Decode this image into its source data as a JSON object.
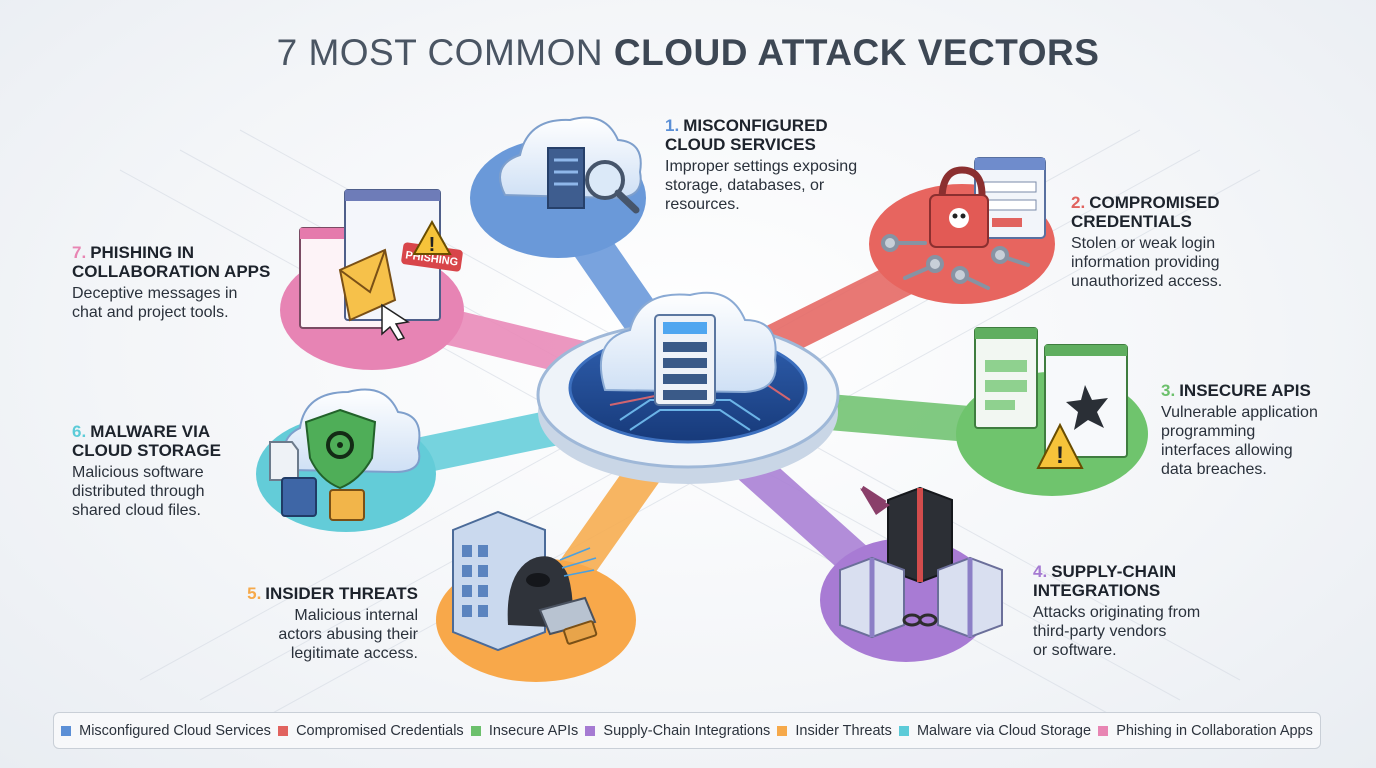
{
  "title": {
    "prefix": "7 MOST COMMON",
    "emphasis": "CLOUD ATTACK VECTORS"
  },
  "colors": {
    "blue": "#5b8fd6",
    "red": "#e1635f",
    "green": "#6cc06c",
    "purple": "#a57ad2",
    "orange": "#f6a94a",
    "teal": "#5ccbd8",
    "pink": "#e885b3"
  },
  "vectors": [
    {
      "number": "1.",
      "title_line1": "MISCONFIGURED",
      "title_line2": "CLOUD SERVICES",
      "desc_line1": "Improper settings exposing",
      "desc_line2": "storage, databases, or",
      "desc_line3": "resources.",
      "color": "#5b8fd6",
      "icon": "cloud-server-magnifier-icon"
    },
    {
      "number": "2.",
      "title_line1": "COMPROMISED",
      "title_line2": "CREDENTIALS",
      "desc_line1": "Stolen or weak login",
      "desc_line2": "information providing",
      "desc_line3": "unauthorized access.",
      "color": "#e1635f",
      "icon": "padlock-keys-icon"
    },
    {
      "number": "3.",
      "title_line1": "INSECURE APIS",
      "title_line2": "",
      "desc_line1": "Vulnerable application",
      "desc_line2": "programming",
      "desc_line3": "interfaces allowing",
      "desc_line4": "data breaches.",
      "color": "#6cc06c",
      "icon": "broken-api-window-icon"
    },
    {
      "number": "4.",
      "title_line1": "SUPPLY-CHAIN",
      "title_line2": "INTEGRATIONS",
      "desc_line1": "Attacks originating from",
      "desc_line2": "third-party vendors",
      "desc_line3": "or software.",
      "color": "#a57ad2",
      "icon": "supply-boxes-icon"
    },
    {
      "number": "5.",
      "title_line1": "INSIDER THREATS",
      "title_line2": "",
      "desc_line1": "Malicious internal",
      "desc_line2": "actors abusing their",
      "desc_line3": "legitimate access.",
      "color": "#f6a94a",
      "icon": "hooded-insider-icon"
    },
    {
      "number": "6.",
      "title_line1": "MALWARE VIA",
      "title_line2": "CLOUD STORAGE",
      "desc_line1": "Malicious software",
      "desc_line2": "distributed through",
      "desc_line3": "shared cloud files.",
      "color": "#5ccbd8",
      "icon": "biohazard-cloud-icon"
    },
    {
      "number": "7.",
      "title_line1": "PHISHING IN",
      "title_line2": "COLLABORATION APPS",
      "desc_line1": "Deceptive messages in",
      "desc_line2": "chat and project tools.",
      "color": "#e885b3",
      "icon": "phishing-envelope-icon",
      "badge": "PHISHING"
    }
  ],
  "legend": [
    {
      "label": "Misconfigured Cloud Services",
      "color": "#5b8fd6"
    },
    {
      "label": "Compromised Credentials",
      "color": "#e1635f"
    },
    {
      "label": "Insecure APIs",
      "color": "#6cc06c"
    },
    {
      "label": "Supply-Chain Integrations",
      "color": "#a57ad2"
    },
    {
      "label": "Insider Threats",
      "color": "#f6a94a"
    },
    {
      "label": "Malware via Cloud Storage",
      "color": "#5ccbd8"
    },
    {
      "label": "Phishing in Collaboration Apps",
      "color": "#e885b3"
    }
  ]
}
